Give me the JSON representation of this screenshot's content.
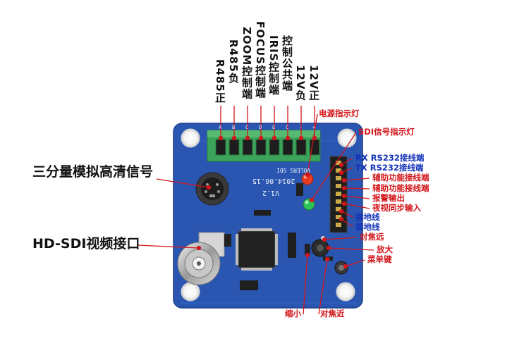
{
  "top_labels": [
    "R485正",
    "R485负",
    "ZOOM控制端",
    "FOCUS控制端",
    "IRIS控制端",
    "控制公共端",
    "12V负",
    "12V正"
  ],
  "right_labels": {
    "power_led": "电源指示灯",
    "sdi_led": "SDI信号指示灯",
    "rx": "RX  RS232接线端",
    "tx": "TX  RS232接线端",
    "aux1": "辅助功能接线端",
    "aux2": "辅助功能接线端",
    "alarm": "报警输出",
    "night_sync": "夜视同步输入",
    "gnd1": "接地线",
    "gnd2": "接地线",
    "focus_far": "对焦远",
    "zoom_in": "放大",
    "menu": "菜单键"
  },
  "left_labels": {
    "analog": "三分量模拟高清信号",
    "hdsdi": "HD-SDI视频接口"
  },
  "bottom_labels": {
    "zoom_out": "缩小",
    "focus_near": "对焦近"
  },
  "board_silk": {
    "brand": "VOLERS  SDI",
    "date": "2014.06.15",
    "version": "V1.2",
    "terminal_marks": [
      "A",
      "B",
      "C",
      "D",
      "E",
      "C",
      "-",
      "+"
    ]
  },
  "colors": {
    "pcb": "#2a56b2",
    "terminal": "#3ca45a",
    "label_red": "#d3151a",
    "label_blue": "#1230b8",
    "line_red": "#d3151a"
  }
}
